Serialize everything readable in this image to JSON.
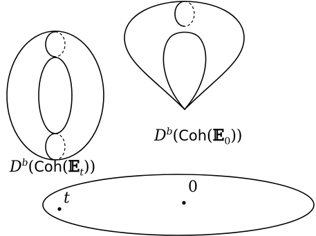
{
  "labels": {
    "nodal": {
      "D": "D",
      "b": "b",
      "coh": "Coh",
      "E": "𝔼",
      "sub": "0"
    },
    "smooth": {
      "D": "D",
      "b": "b",
      "coh": "Coh",
      "E": "𝔼",
      "sub": "t"
    },
    "point_t": "t",
    "point_0": "0"
  }
}
